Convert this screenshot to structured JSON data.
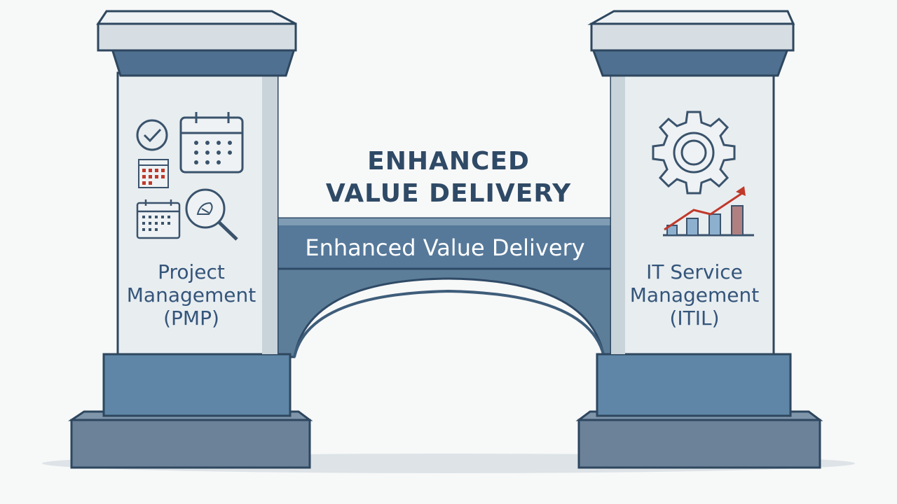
{
  "diagram": {
    "title_line1": "ENHANCED",
    "title_line2": "VALUE DELIVERY",
    "bridge_banner": "Enhanced Value Delivery"
  },
  "left_pillar": {
    "label_line1": "Project",
    "label_line2": "Management",
    "label_line3": "(PMP)",
    "icons": [
      "checkmark-circle-icon",
      "calendar-icon",
      "small-calendar-icon",
      "calendar-grid-icon",
      "magnifier-icon"
    ]
  },
  "right_pillar": {
    "label_line1": "IT Service",
    "label_line2": "Management",
    "label_line3": "(ITIL)",
    "icons": [
      "gear-icon",
      "bar-chart-trend-icon"
    ]
  },
  "colors": {
    "stone": "#e6ebee",
    "stone_dark": "#4e6f8c",
    "base_blue": "#5b82a1",
    "text": "#2f4d6c",
    "accent_red": "#c0392b"
  }
}
